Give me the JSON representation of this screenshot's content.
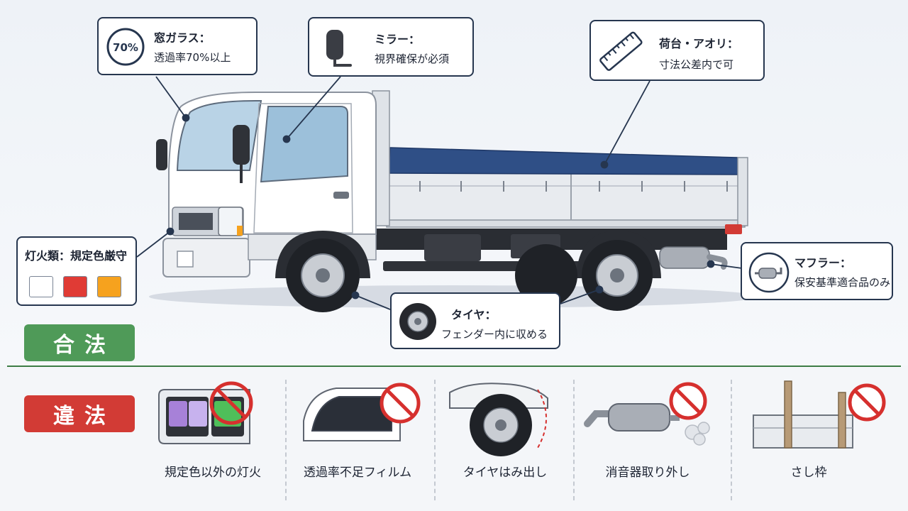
{
  "callouts": {
    "window": {
      "title": "窓ガラス：",
      "desc": "透過率70%以上",
      "badge": "70%"
    },
    "mirror": {
      "title": "ミラー：",
      "desc": "視界確保が必須"
    },
    "bed": {
      "title": "荷台・アオリ：",
      "desc": "寸法公差内で可"
    },
    "lights": {
      "title": "灯火類：規定色厳守"
    },
    "muffler": {
      "title": "マフラー：",
      "desc": "保安基準適合品のみ"
    },
    "tire": {
      "title": "タイヤ：",
      "desc": "フェンダー内に収める"
    }
  },
  "light_colors": [
    "#ffffff",
    "#e03b35",
    "#f6a21e"
  ],
  "legal_label": "合法",
  "illegal_label": "違法",
  "colors": {
    "legal": "#4f9a58",
    "illegal": "#d23b35",
    "navy": "#26364f",
    "prohibition": "#d6302e"
  },
  "illegal_items": [
    {
      "label": "規定色以外の灯火",
      "icon": "colored-headlight-icon"
    },
    {
      "label": "透過率不足フィルム",
      "icon": "tinted-window-icon"
    },
    {
      "label": "タイヤはみ出し",
      "icon": "protruding-tire-icon"
    },
    {
      "label": "消音器取り外し",
      "icon": "removed-muffler-icon"
    },
    {
      "label": "さし枠",
      "icon": "raised-side-frame-icon"
    }
  ]
}
